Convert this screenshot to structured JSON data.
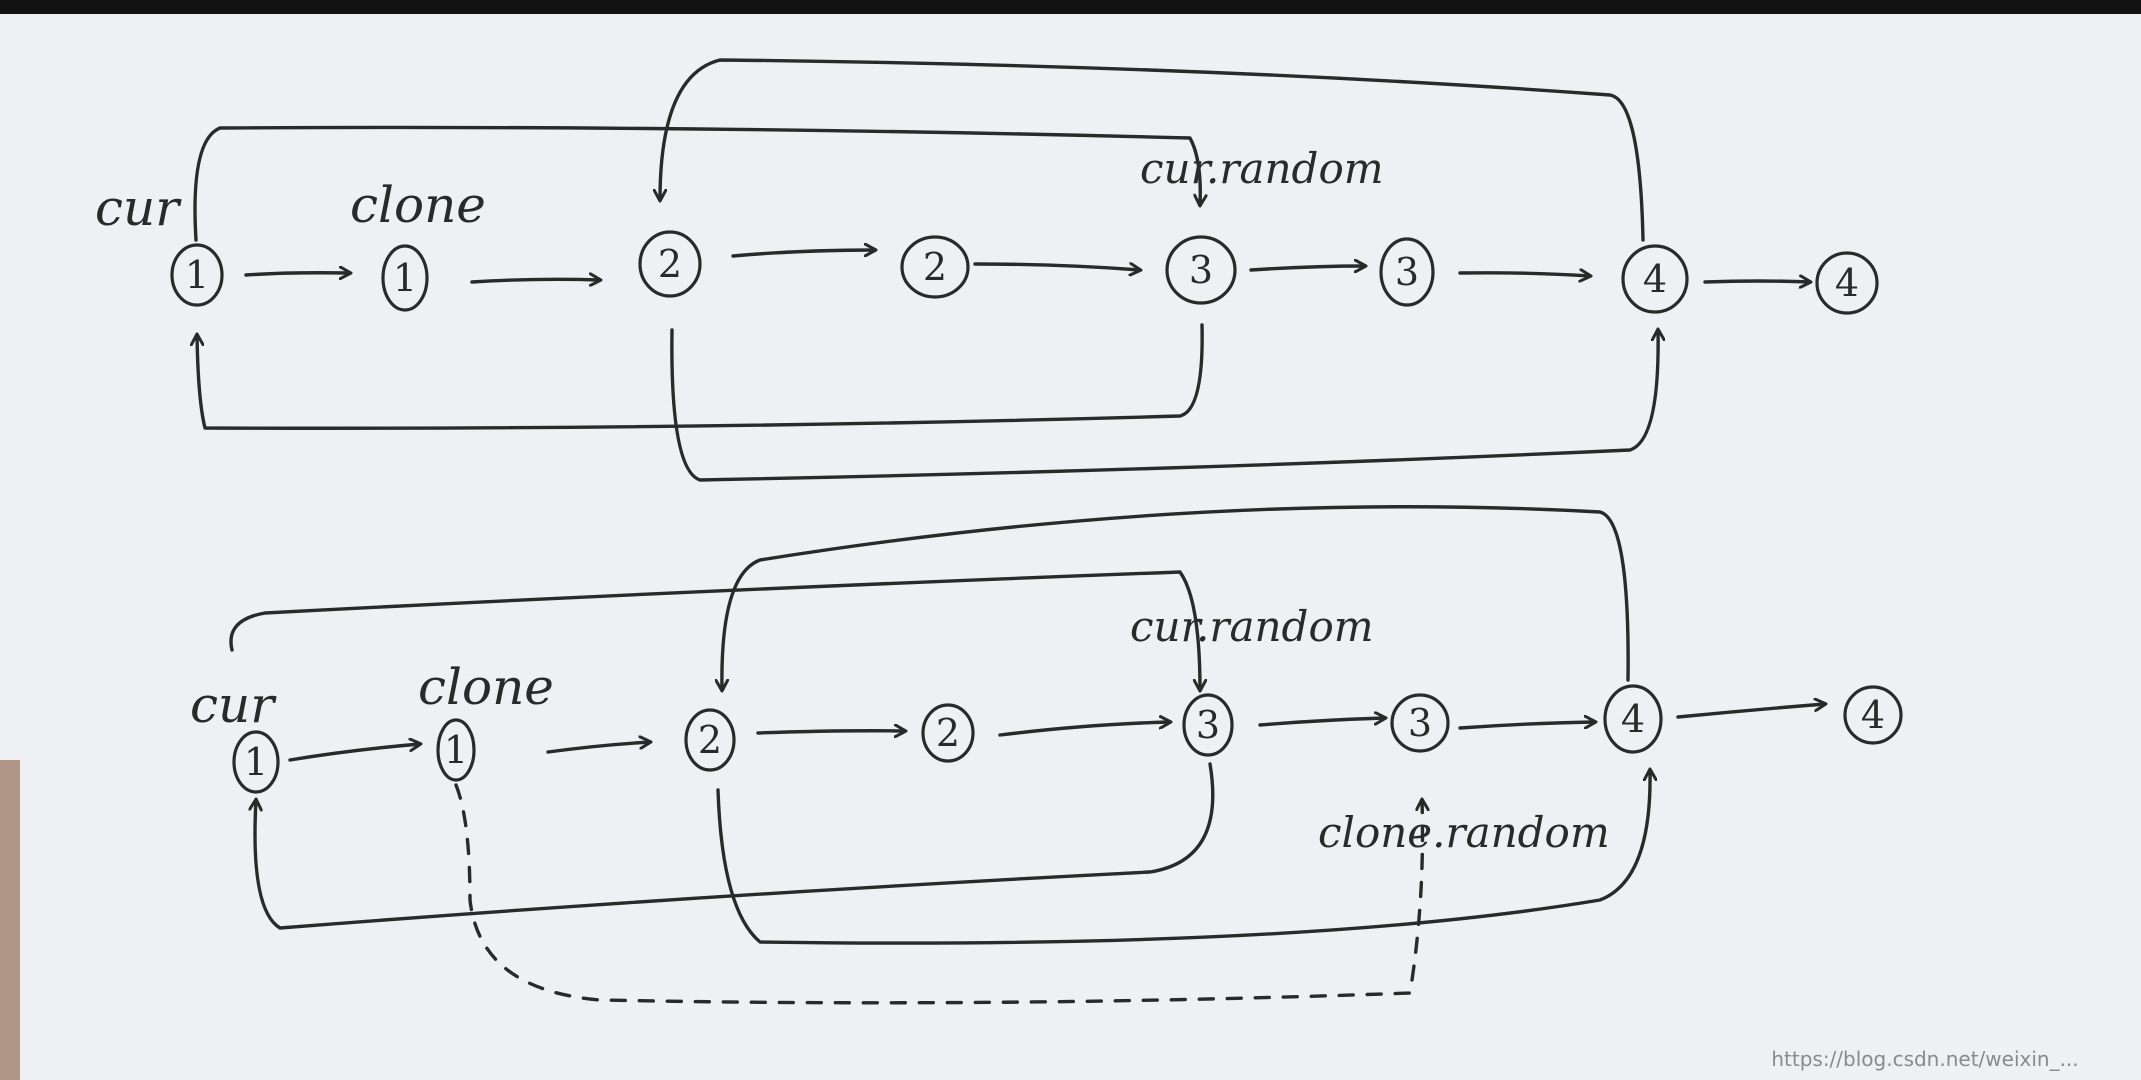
{
  "diagrams": [
    {
      "id": "top",
      "nodes": [
        "1",
        "1",
        "2",
        "2",
        "3",
        "3",
        "4",
        "4"
      ],
      "labels": {
        "cur": "cur",
        "clone": "clone",
        "cur_random": "cur.random"
      }
    },
    {
      "id": "bottom",
      "nodes": [
        "1",
        "1",
        "2",
        "2",
        "3",
        "3",
        "4",
        "4"
      ],
      "labels": {
        "cur": "cur",
        "clone": "clone",
        "cur_random": "cur.random",
        "clone_random": "clone.random"
      }
    }
  ],
  "watermark": "https://blog.csdn.net/weixin_..."
}
